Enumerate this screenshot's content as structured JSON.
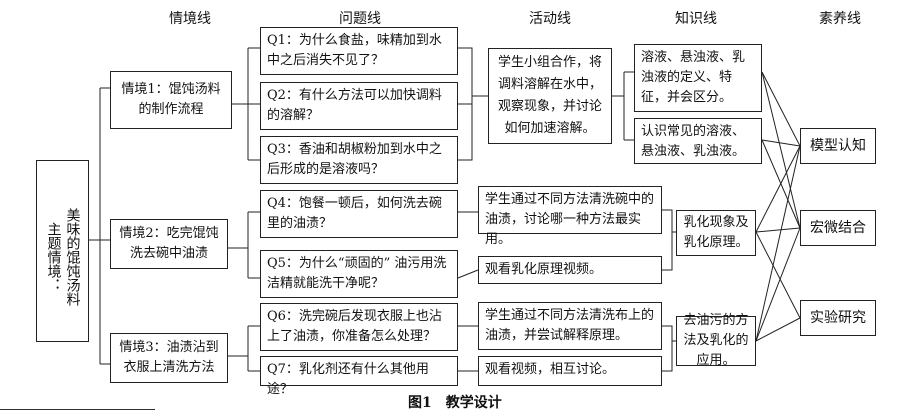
{
  "headers": {
    "situation": "情境线",
    "question": "问题线",
    "activity": "活动线",
    "knowledge": "知识线",
    "literacy": "素养线"
  },
  "theme": {
    "part1": "主题情境：",
    "part2": "美味的馄饨汤料"
  },
  "situations": [
    "情境1：馄饨汤料的制作流程",
    "情境2：吃完馄饨洗去碗中油渍",
    "情境3：油渍沾到衣服上清洗方法"
  ],
  "questions": [
    "Q1：为什么食盐，味精加到水中之后消失不见了？",
    "Q2：有什么方法可以加快调料的溶解？",
    "Q3：香油和胡椒粉加到水中之后形成的是溶液吗？",
    "Q4：饱餐一顿后，如何洗去碗里的油渍？",
    "Q5：为什么“顽固的” 油污用洗洁精就能洗干净呢？",
    "Q6：洗完碗后发现衣服上也沾上了油渍，你准备怎么处理？",
    "Q7：乳化剂还有什么其他用途？"
  ],
  "activities": [
    "学生小组合作，将调料溶解在水中，观察现象，并讨论如何加速溶解。",
    "学生通过不同方法清洗碗中的油渍，讨论哪一种方法最实用。",
    "观看乳化原理视频。",
    "学生通过不同方法清洗布上的油渍，并尝试解释原理。",
    "观看视频，相互讨论。"
  ],
  "knowledge": [
    "溶液、悬浊液、乳浊液的定义、特征，并会区分。",
    "认识常见的溶液、悬浊液、乳浊液。",
    "乳化现象及乳化原理。",
    "去油污的方法及乳化的应用。"
  ],
  "literacy": [
    "模型认知",
    "宏微结合",
    "实验研究"
  ],
  "caption": "图1　教学设计"
}
